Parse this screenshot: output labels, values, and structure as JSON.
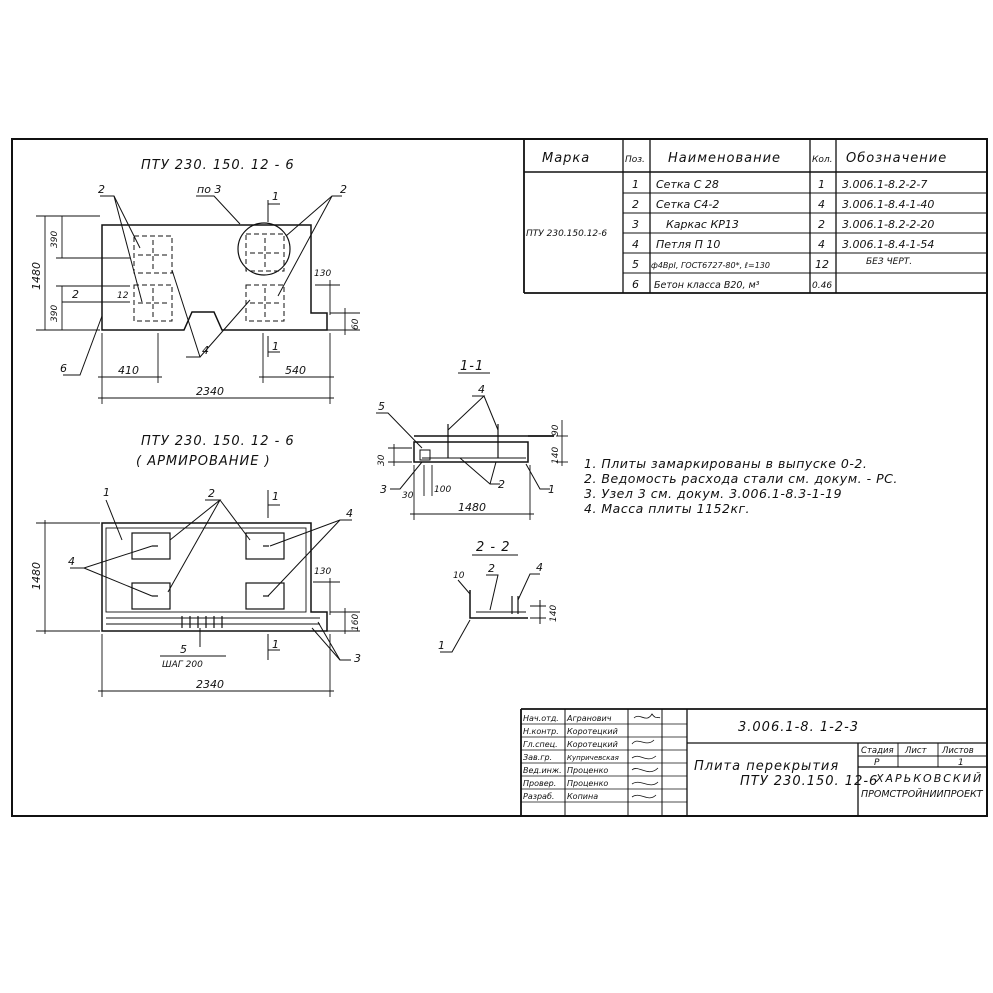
{
  "views": {
    "plan_title": "ПТУ 230. 150. 12 - 6",
    "arm_title_1": "ПТУ 230. 150. 12 - 6",
    "arm_title_2": "( АРМИРОВАНИЕ )",
    "section11_title": "1-1",
    "section22_title": "2 - 2"
  },
  "plan_labels": {
    "pos3": "по 3",
    "pos2a": "2",
    "pos2b": "2",
    "pos4": "4",
    "pos6": "6",
    "cut_top": "1",
    "cut_bottom": "1",
    "cut2": "2",
    "cut2b": "12",
    "dim_390a": "390",
    "dim_390b": "390",
    "dim_1480": "1480",
    "dim_130": "130",
    "dim_60": "60",
    "dim_410": "410",
    "dim_540": "540",
    "dim_2340": "2340"
  },
  "arm_labels": {
    "pos1": "1",
    "pos2": "2",
    "pos4a": "4",
    "pos4b": "4",
    "pos3": "3",
    "pos5": "5",
    "step": "ШАГ 200",
    "cut_top": "1",
    "cut_bottom": "1",
    "dim_1480": "1480",
    "dim_130": "130",
    "dim_160": "160",
    "dim_2340": "2340"
  },
  "section11_labels": {
    "pos5": "5",
    "pos4": "4",
    "pos3": "3",
    "pos2": "2",
    "pos1": "1",
    "dim_30": "30",
    "dim_30b": "30",
    "dim_100": "100",
    "dim_1480": "1480",
    "dim_90": "90",
    "dim_140": "140"
  },
  "section22_labels": {
    "pos10": "10",
    "pos2": "2",
    "pos4": "4",
    "pos1": "1",
    "dim_140": "140"
  },
  "spec": {
    "headers": [
      "Марка",
      "Поз.",
      "Наименование",
      "Кол.",
      "Обозначение"
    ],
    "mark": "ПТУ 230.150.12-6",
    "rows": [
      {
        "pos": "1",
        "name": "Сетка С 28",
        "qty": "1",
        "code": "3.006.1-8.2-2-7"
      },
      {
        "pos": "2",
        "name": "Сетка С4-2",
        "qty": "4",
        "code": "3.006.1-8.4-1-40"
      },
      {
        "pos": "3",
        "name": "Каркас КР13",
        "qty": "2",
        "code": "3.006.1-8.2-2-20"
      },
      {
        "pos": "4",
        "name": "Петля П 10",
        "qty": "4",
        "code": "3.006.1-8.4-1-54"
      },
      {
        "pos": "5",
        "name": "ф4ВрI, ГОСТ6727-80*, ℓ=130",
        "qty": "12",
        "code": "БЕЗ ЧЕРТ."
      },
      {
        "pos": "6",
        "name": "Бетон класса В20, м³",
        "qty": "0.46",
        "code": ""
      }
    ]
  },
  "notes": [
    "1. Плиты замаркированы в выпуске 0-2.",
    "2. Ведомость расхода стали см. докум. - РС.",
    "3. Узел 3 см. докум. 3.006.1-8.3-1-19",
    "4. Масса плиты 1152кг."
  ],
  "title_block": {
    "document_code": "3.006.1-8. 1-2-3",
    "title_line1": "Плита перекрытия",
    "title_line2": "ПТУ 230.150. 12-6",
    "stage_label": "Стадия",
    "sheet_label": "Лист",
    "sheets_label": "Листов",
    "stage": "Р",
    "sheet": "",
    "sheets": "1",
    "organization_line1": "ХАРЬКОВСКИЙ",
    "organization_line2": "ПРОМСТРОЙНИИПРОЕКТ",
    "staff": [
      {
        "role": "Нач.отд.",
        "name": "Агранович"
      },
      {
        "role": "Н.контр.",
        "name": "Коротецкий"
      },
      {
        "role": "Гл.спец.",
        "name": "Коротецкий"
      },
      {
        "role": "Зав.гр.",
        "name": "Купричевская"
      },
      {
        "role": "Вед.инж.",
        "name": "Проценко"
      },
      {
        "role": "Провер.",
        "name": "Проценко"
      },
      {
        "role": "Разраб.",
        "name": "Копина"
      }
    ]
  }
}
